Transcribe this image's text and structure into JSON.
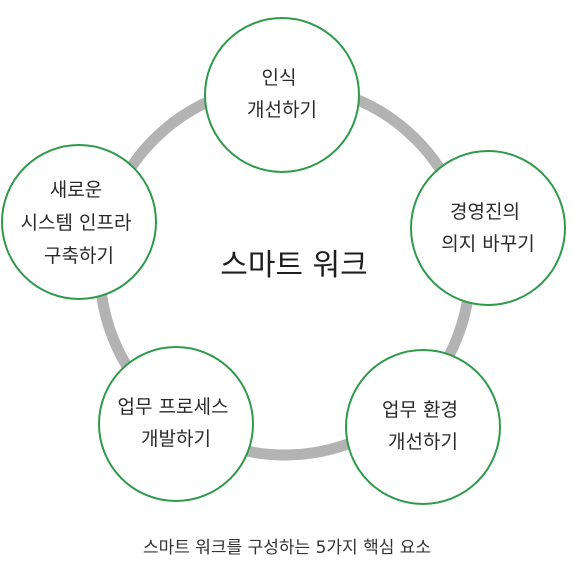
{
  "diagram": {
    "center_label": "스마트 워크",
    "caption": "스마트 워크를 구성하는 5가지 핵심 요소",
    "nodes": [
      {
        "lines": [
          "인식",
          "개선하기"
        ]
      },
      {
        "lines": [
          "경영진의",
          "의지 바꾸기"
        ]
      },
      {
        "lines": [
          "업무 환경",
          "개선하기"
        ]
      },
      {
        "lines": [
          "업무 프로세스",
          "개발하기"
        ]
      },
      {
        "lines": [
          "새로운",
          "시스템 인프라",
          "구축하기"
        ]
      }
    ],
    "colors": {
      "ring": "#b3b3b3",
      "node_border": "#2e9a4a"
    }
  }
}
